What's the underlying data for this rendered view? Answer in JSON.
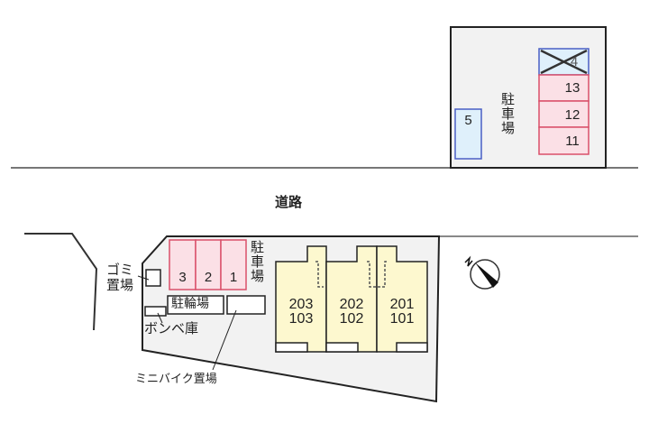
{
  "road": {
    "label": "道路"
  },
  "upper_lot": {
    "label": "駐車場",
    "spaces": [
      {
        "id": "5",
        "type": "blue"
      },
      {
        "id": "4",
        "type": "blue",
        "crossed": true
      },
      {
        "id": "13",
        "type": "red"
      },
      {
        "id": "12",
        "type": "red"
      },
      {
        "id": "11",
        "type": "red"
      }
    ]
  },
  "lower_lot": {
    "parking_label": "駐車場",
    "spaces": [
      {
        "id": "3"
      },
      {
        "id": "2"
      },
      {
        "id": "1"
      }
    ],
    "garbage_label": "ゴミ置場",
    "garbage_line1": "ゴミ",
    "garbage_line2": "置場",
    "bicycle_label": "駐輪場",
    "gas_label": "ボンベ庫",
    "minibike_label": "ミニバイク置場",
    "units": [
      {
        "upper": "203",
        "lower": "103"
      },
      {
        "upper": "202",
        "lower": "102"
      },
      {
        "upper": "201",
        "lower": "101"
      }
    ]
  },
  "compass": {
    "label": "N",
    "icon": "north-arrow-icon"
  },
  "colors": {
    "red_fill": "#fbe0e6",
    "red_stroke": "#d9506a",
    "blue_fill": "#dff0fb",
    "blue_stroke": "#4a5fc4",
    "unit_fill": "#fdf8cf",
    "lot_fill": "#f2f2f2"
  }
}
